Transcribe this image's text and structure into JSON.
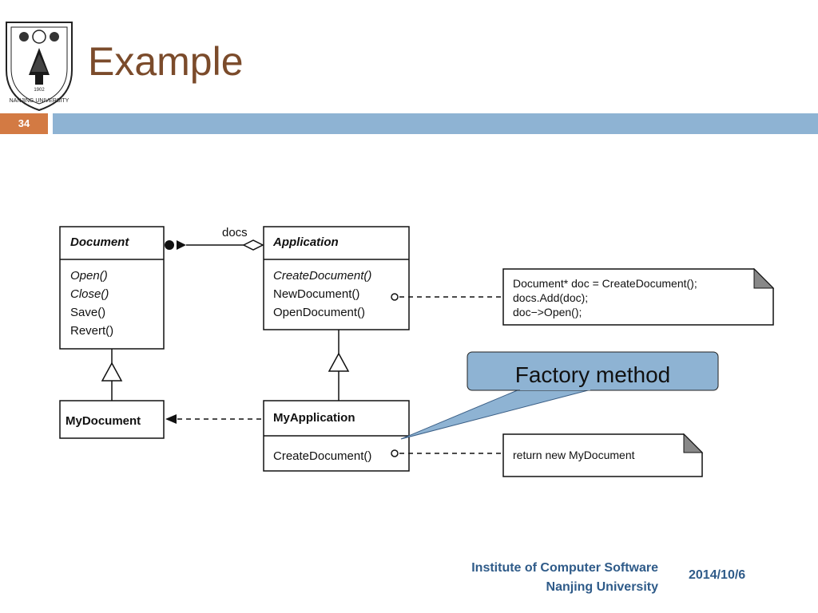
{
  "slide": {
    "title": "Example",
    "number": "34"
  },
  "logo": {
    "ring_text": "NANJING UNIVERSITY",
    "year": "1902"
  },
  "diagram": {
    "document_class": {
      "name": "Document",
      "operations": [
        "Open()",
        "Close()",
        "Save()",
        "Revert()"
      ]
    },
    "application_class": {
      "name": "Application",
      "operations": [
        "CreateDocument()",
        "NewDocument()",
        "OpenDocument()"
      ]
    },
    "mydocument_class": {
      "name": "MyDocument"
    },
    "myapplication_class": {
      "name": "MyApplication",
      "operations": [
        "CreateDocument()"
      ]
    },
    "association_label": "docs",
    "note_application": [
      "Document* doc = CreateDocument();",
      "docs.Add(doc);",
      "doc−>Open();"
    ],
    "note_myapplication": "return new MyDocument",
    "callout": "Factory method"
  },
  "footer": {
    "institute_line1": "Institute of Computer Software",
    "institute_line2": "Nanjing University",
    "date": "2014/10/6"
  },
  "colors": {
    "title": "#7b4b2b",
    "slide_number_bar": "#d37a43",
    "header_bar": "#8eb3d3",
    "callout_fill": "#8eb3d3",
    "footer_text": "#2f5b89"
  }
}
